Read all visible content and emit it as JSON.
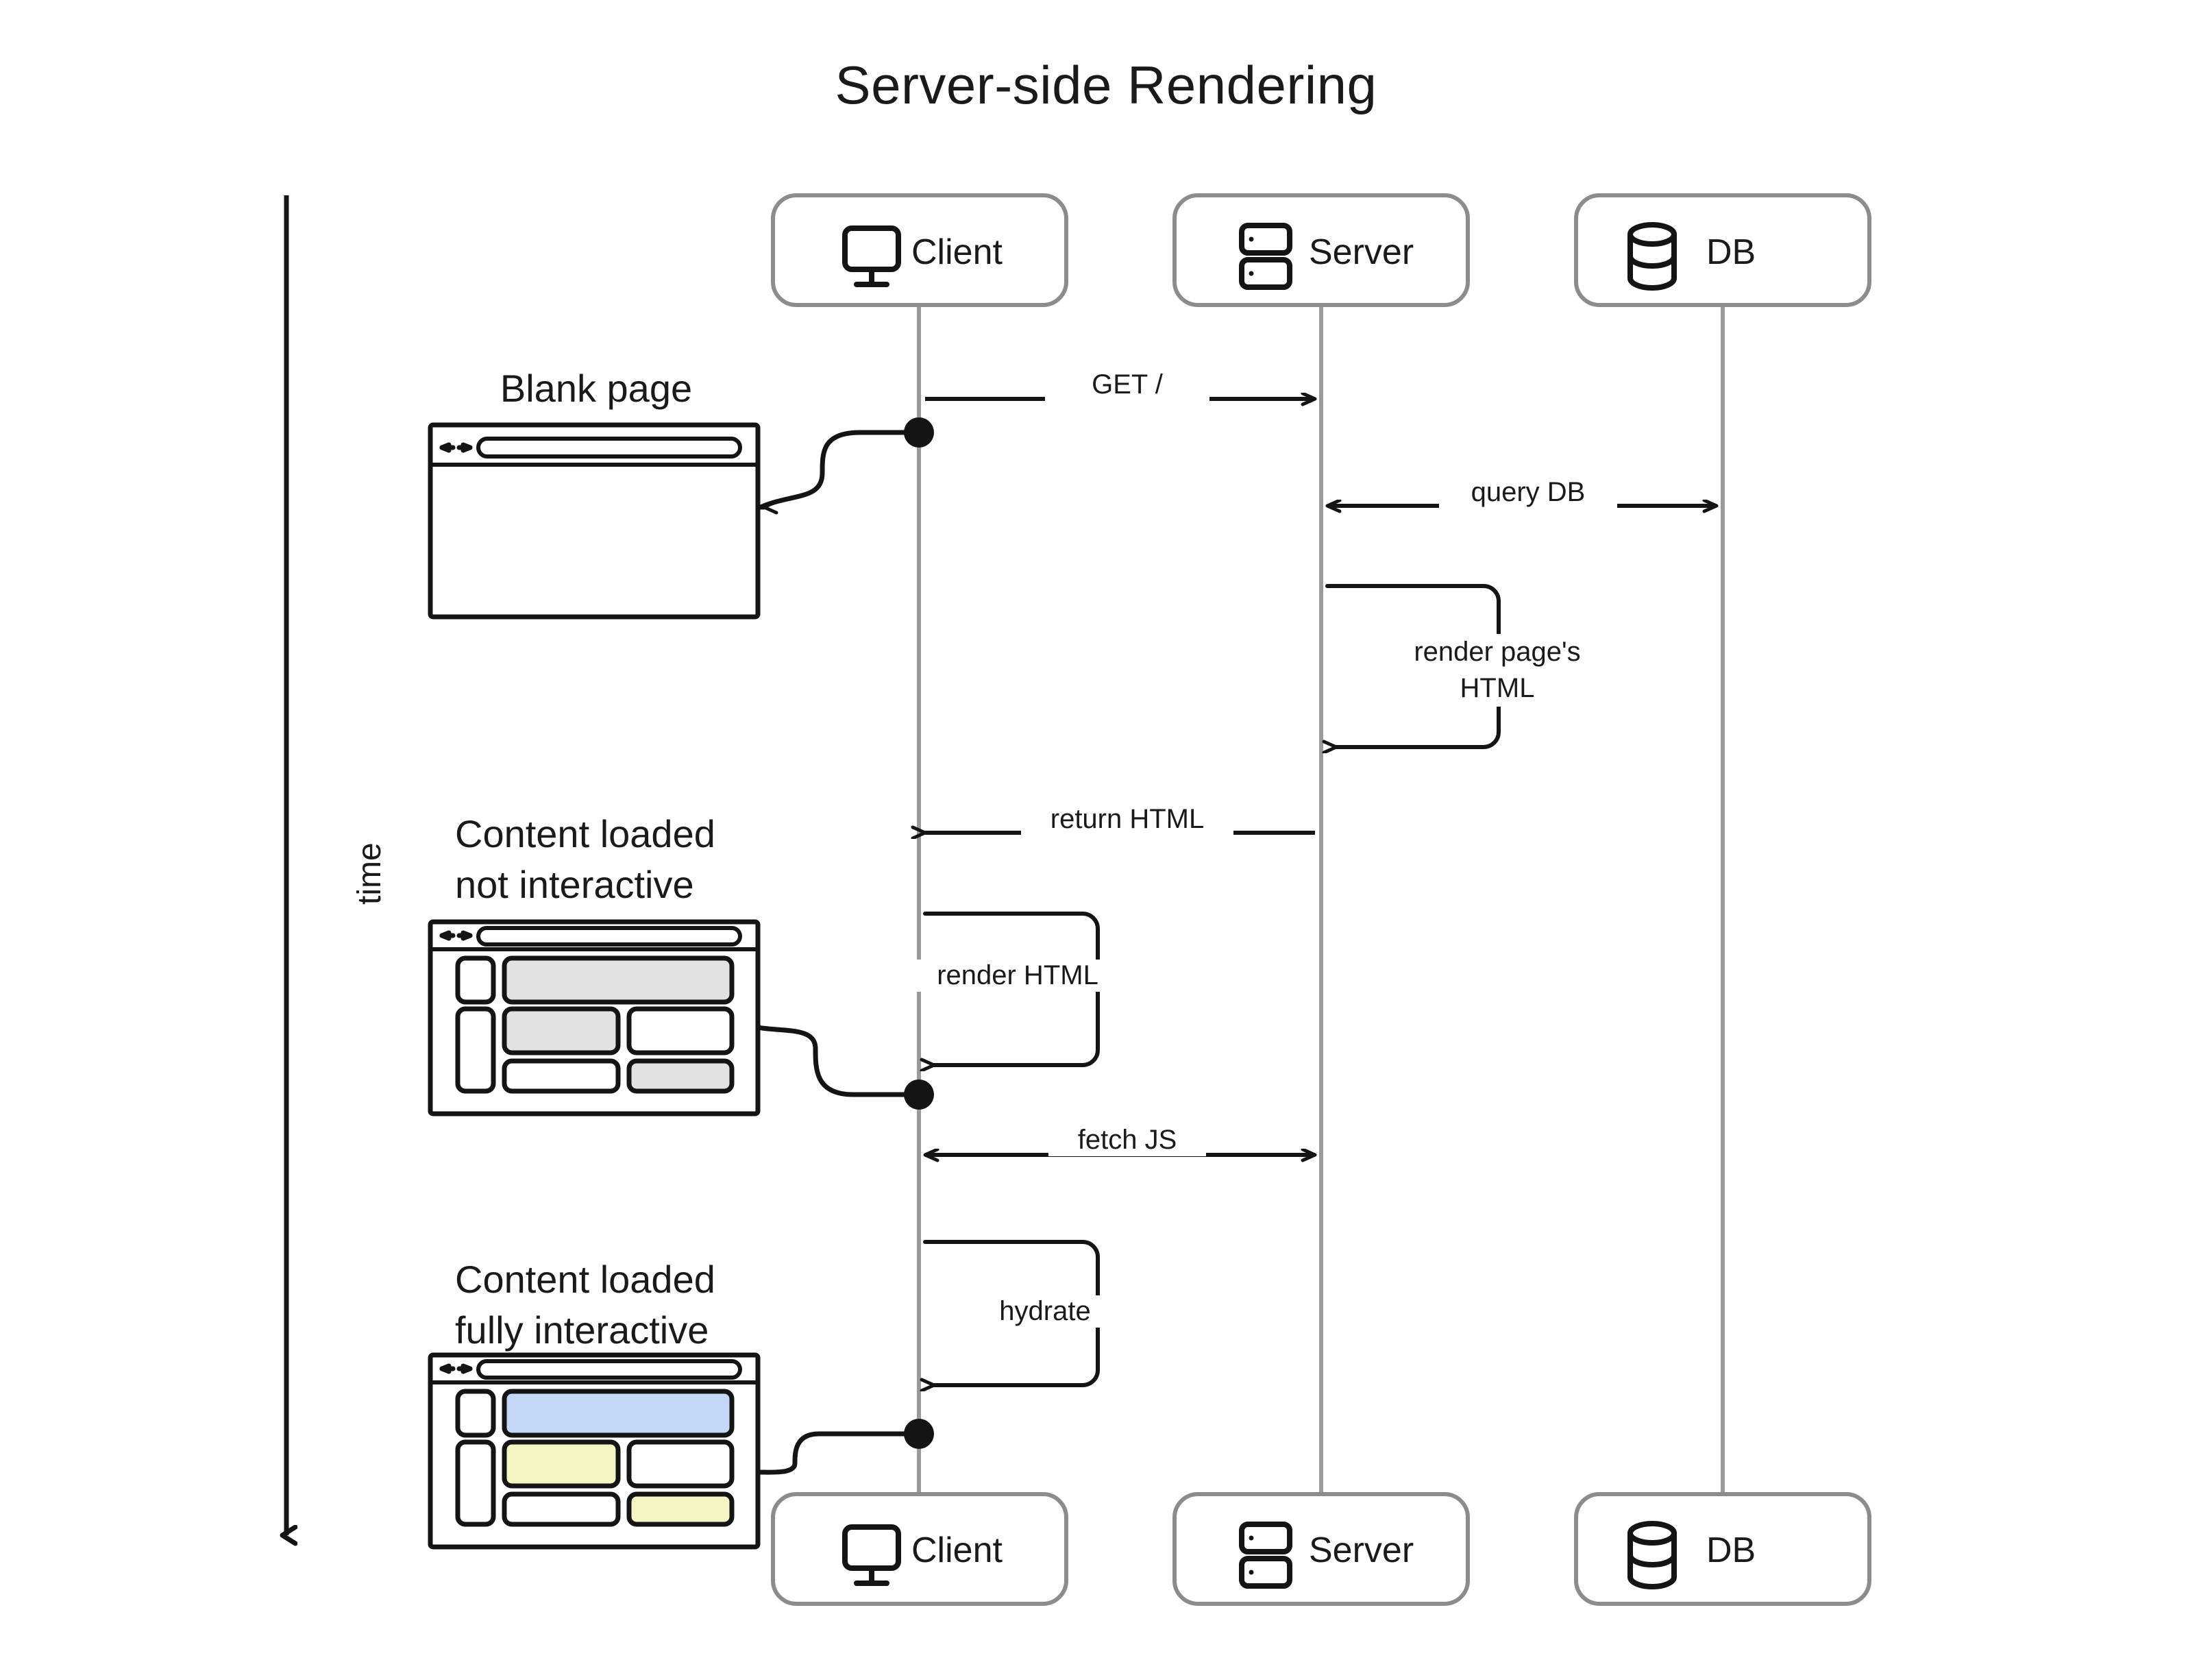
{
  "title": "Server-side Rendering",
  "axis": {
    "time_label": "time",
    "direction": "down"
  },
  "colors": {
    "lifeline": "#9a9a9a",
    "actor_border": "#8c8c8c",
    "stroke": "#141414",
    "placeholder_grey": "#e2e2e2",
    "hydrated_blue": "#c3d7f7",
    "hydrated_yellow": "#f5f5c3",
    "background": "#ffffff"
  },
  "actors": [
    {
      "id": "client",
      "label": "Client",
      "icon": "monitor-icon"
    },
    {
      "id": "server",
      "label": "Server",
      "icon": "server-rack-icon"
    },
    {
      "id": "db",
      "label": "DB",
      "icon": "database-cylinder-icon"
    }
  ],
  "messages": [
    {
      "id": "get-root",
      "label": "GET /",
      "from": "client",
      "to": "server",
      "direction": "right",
      "kind": "sync"
    },
    {
      "id": "query-db",
      "label": "query DB",
      "from": "server",
      "to": "db",
      "direction": "bidirectional",
      "kind": "sync"
    },
    {
      "id": "render-html-server",
      "label": "render page's\nHTML",
      "line1": "render page's",
      "line2": "HTML",
      "from": "server",
      "to": "server",
      "direction": "self",
      "kind": "self-loop"
    },
    {
      "id": "return-html",
      "label": "return HTML",
      "from": "server",
      "to": "client",
      "direction": "left",
      "kind": "sync"
    },
    {
      "id": "render-html-client",
      "label": "render HTML",
      "from": "client",
      "to": "client",
      "direction": "self",
      "kind": "self-loop"
    },
    {
      "id": "fetch-js",
      "label": "fetch JS",
      "from": "client",
      "to": "server",
      "direction": "bidirectional",
      "kind": "sync"
    },
    {
      "id": "hydrate",
      "label": "hydrate",
      "from": "client",
      "to": "client",
      "direction": "self",
      "kind": "self-loop"
    }
  ],
  "snapshots": [
    {
      "id": "blank-page",
      "caption": "Blank page",
      "caption_lines": [
        "Blank page"
      ],
      "state": "empty",
      "blocks": []
    },
    {
      "id": "content-loaded-not-interactive",
      "caption": "Content loaded not interactive",
      "caption_lines": [
        "Content loaded",
        "not interactive"
      ],
      "state": "loaded-static",
      "blocks": [
        {
          "name": "sidebar-top",
          "fill": "white"
        },
        {
          "name": "sidebar-bottom",
          "fill": "white"
        },
        {
          "name": "hero",
          "fill": "grey"
        },
        {
          "name": "card-left",
          "fill": "grey"
        },
        {
          "name": "card-right",
          "fill": "white"
        },
        {
          "name": "footer-left",
          "fill": "white"
        },
        {
          "name": "footer-right",
          "fill": "grey"
        }
      ]
    },
    {
      "id": "content-loaded-fully-interactive",
      "caption": "Content loaded fully interactive",
      "caption_lines": [
        "Content loaded",
        "fully interactive"
      ],
      "state": "hydrated",
      "blocks": [
        {
          "name": "sidebar-top",
          "fill": "white"
        },
        {
          "name": "sidebar-bottom",
          "fill": "white"
        },
        {
          "name": "hero",
          "fill": "blue"
        },
        {
          "name": "card-left",
          "fill": "yellow"
        },
        {
          "name": "card-right",
          "fill": "white"
        },
        {
          "name": "footer-left",
          "fill": "white"
        },
        {
          "name": "footer-right",
          "fill": "yellow"
        }
      ]
    }
  ]
}
